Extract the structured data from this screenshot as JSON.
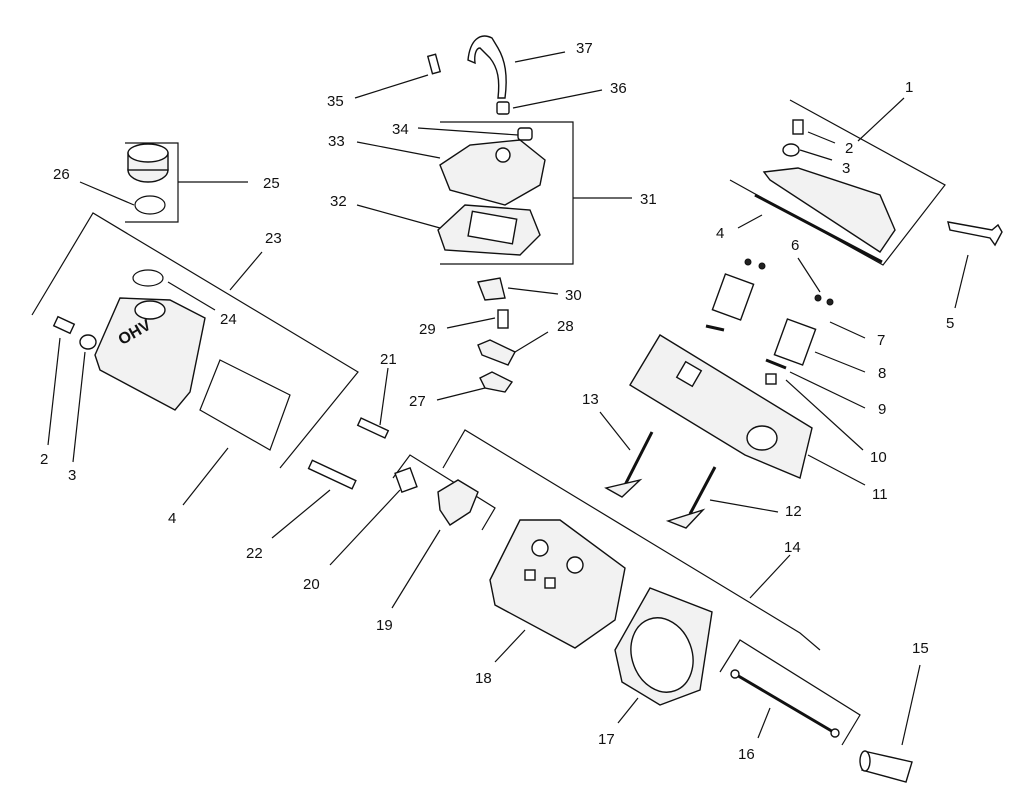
{
  "labels": {
    "l1": "1",
    "l2a": "2",
    "l3a": "3",
    "l4a": "4",
    "l5": "5",
    "l6": "6",
    "l7": "7",
    "l8": "8",
    "l9": "9",
    "l10": "10",
    "l11": "11",
    "l12": "12",
    "l13": "13",
    "l14": "14",
    "l15": "15",
    "l16": "16",
    "l17": "17",
    "l18": "18",
    "l19": "19",
    "l20": "20",
    "l21": "21",
    "l22": "22",
    "l23": "23",
    "l24": "24",
    "l25": "25",
    "l26": "26",
    "l27": "27",
    "l28": "28",
    "l29": "29",
    "l30": "30",
    "l31": "31",
    "l32": "32",
    "l33": "33",
    "l34": "34",
    "l35": "35",
    "l36": "36",
    "l37": "37",
    "l2b": "2",
    "l3b": "3",
    "l4b": "4"
  }
}
